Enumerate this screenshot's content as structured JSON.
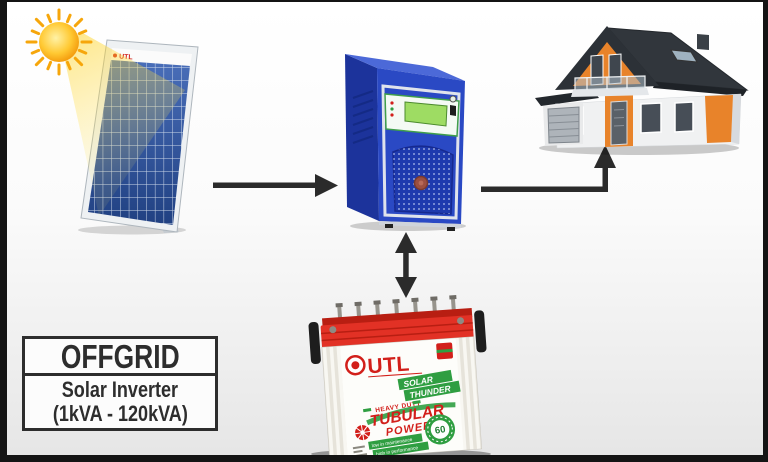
{
  "offgrid_box": {
    "title": "OFFGRID",
    "subtitle_line1": "Solar Inverter",
    "subtitle_line2": "(1kVA - 120kVA)"
  },
  "solar_panel": {
    "brand": "UTL"
  },
  "battery": {
    "brand": "UTL",
    "badge_line1": "SOLAR",
    "badge_line2": "THUNDER",
    "heavy_duty": "HEAVY DUTY",
    "product_line1": "TUBULAR",
    "product_line2": "POWER",
    "warranty_number": "60",
    "tagline_line1": "low in maintenance",
    "tagline_line2": "high in performance"
  },
  "colors": {
    "brand_red": "#d21f1a",
    "brand_green": "#2f9e41",
    "inverter_blue": "#2a49c4",
    "house_orange": "#e8832a",
    "arrow_dark": "#2b2b2b",
    "panel_blue": "#33549f",
    "sun_orange": "#f39c00",
    "battery_red": "#e23125"
  }
}
